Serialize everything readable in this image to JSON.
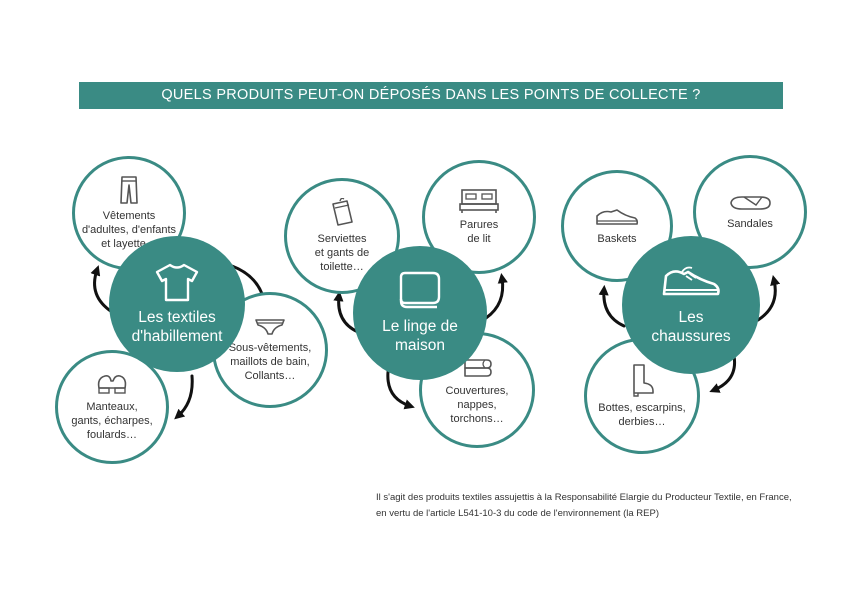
{
  "title": "QUELS PRODUITS PEUT-ON DÉPOSÉS DANS LES POINTS DE COLLECTE ?",
  "colors": {
    "teal": "#3a8b84",
    "text": "#333333",
    "arrow": "#111111"
  },
  "groups": [
    {
      "hub": {
        "label": "Les textiles\nd'habillement",
        "icon": "tshirt-icon"
      },
      "items": [
        {
          "label": "Vêtements\nd'adultes, d'enfants\net layette…",
          "icon": "pants-icon"
        },
        {
          "label": "Sous-vêtements,\nmaillots de bain,\nCollants…",
          "icon": "underwear-icon"
        },
        {
          "label": "Manteaux,\ngants, écharpes,\nfoulards…",
          "icon": "mitten-icon"
        }
      ]
    },
    {
      "hub": {
        "label": "Le linge de\nmaison",
        "icon": "folded-linen-icon"
      },
      "items": [
        {
          "label": "Serviettes\net gants de\ntoilette…",
          "icon": "washcloth-icon"
        },
        {
          "label": "Parures\nde lit",
          "icon": "bed-icon"
        },
        {
          "label": "Couvertures,\nnappes,\ntorchons…",
          "icon": "blanket-icon"
        }
      ]
    },
    {
      "hub": {
        "label": "Les\nchaussures",
        "icon": "sneaker-icon"
      },
      "items": [
        {
          "label": "Baskets",
          "icon": "basket-shoe-icon"
        },
        {
          "label": "Sandales",
          "icon": "sandal-icon"
        },
        {
          "label": "Bottes, escarpins,\nderbies…",
          "icon": "boot-icon"
        }
      ]
    }
  ],
  "note": {
    "line1": "Il s'agit des produits textiles assujettis à la Responsabilité Elargie du Producteur Textile, en France,",
    "line2": "en vertu de l'article L541-10-3 du code de l'environnement (la REP)"
  }
}
